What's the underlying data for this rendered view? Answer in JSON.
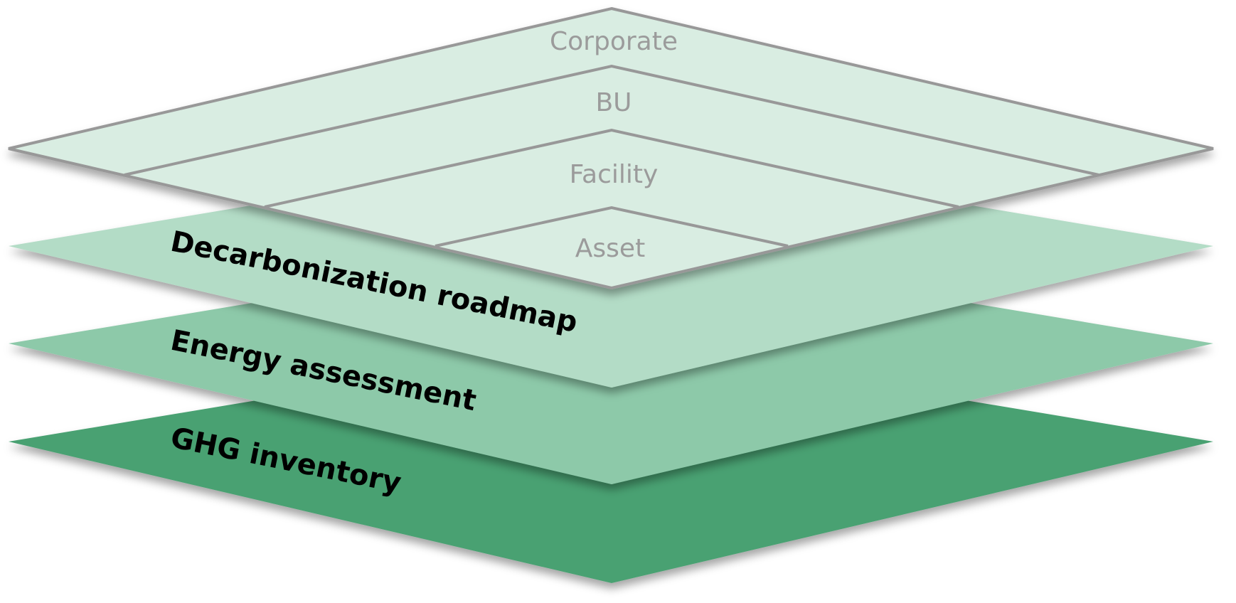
{
  "layers": [
    {
      "label": "GHG inventory",
      "color": "#4aa172"
    },
    {
      "label": "Energy assessment",
      "color": "#8dc9a9"
    },
    {
      "label": "Decarbonization roadmap",
      "color": "#b3dcc6"
    }
  ],
  "levels": [
    {
      "label": "Corporate"
    },
    {
      "label": "BU"
    },
    {
      "label": "Facility"
    },
    {
      "label": "Asset"
    }
  ],
  "colors": {
    "top_fill": "#d9ede2",
    "outline": "#989898",
    "level_text": "#9b9b9b"
  }
}
